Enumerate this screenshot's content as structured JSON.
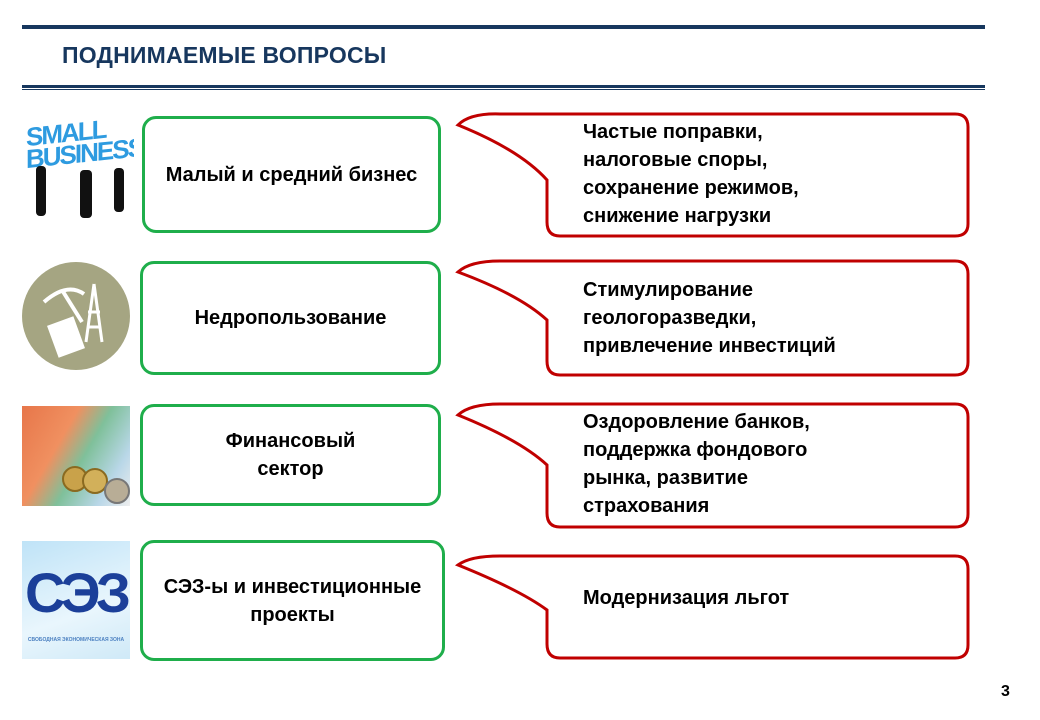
{
  "title": "ПОДНИМАЕМЫЕ ВОПРОСЫ",
  "rows": [
    {
      "topic": "Малый и средний бизнес",
      "issue": "Частые поправки,\nналоговые споры,\nсохранение режимов,\nснижение нагрузки",
      "image": "small-business-image",
      "image_text": "SMALL BUSINESS"
    },
    {
      "topic": "Недропользование",
      "issue": "Стимулирование\nгеологоразведки,\nпривлечение инвестиций",
      "image": "mining-icon"
    },
    {
      "topic": "Финансовый сектор",
      "issue": "Оздоровление банков,\nподдержка фондового\nрынка, развитие\nстрахования",
      "image": "money-image"
    },
    {
      "topic": "СЭЗ-ы и инвестиционные проекты",
      "issue": "Модернизация льгот",
      "image": "sez-logo",
      "image_text": "СЭЗ",
      "image_subtext": "СВОБОДНАЯ ЭКОНОМИЧЕСКАЯ ЗОНА"
    }
  ],
  "page_number": "3",
  "colors": {
    "navy": "#17375e",
    "green": "#1fae4b",
    "red": "#c00000"
  }
}
